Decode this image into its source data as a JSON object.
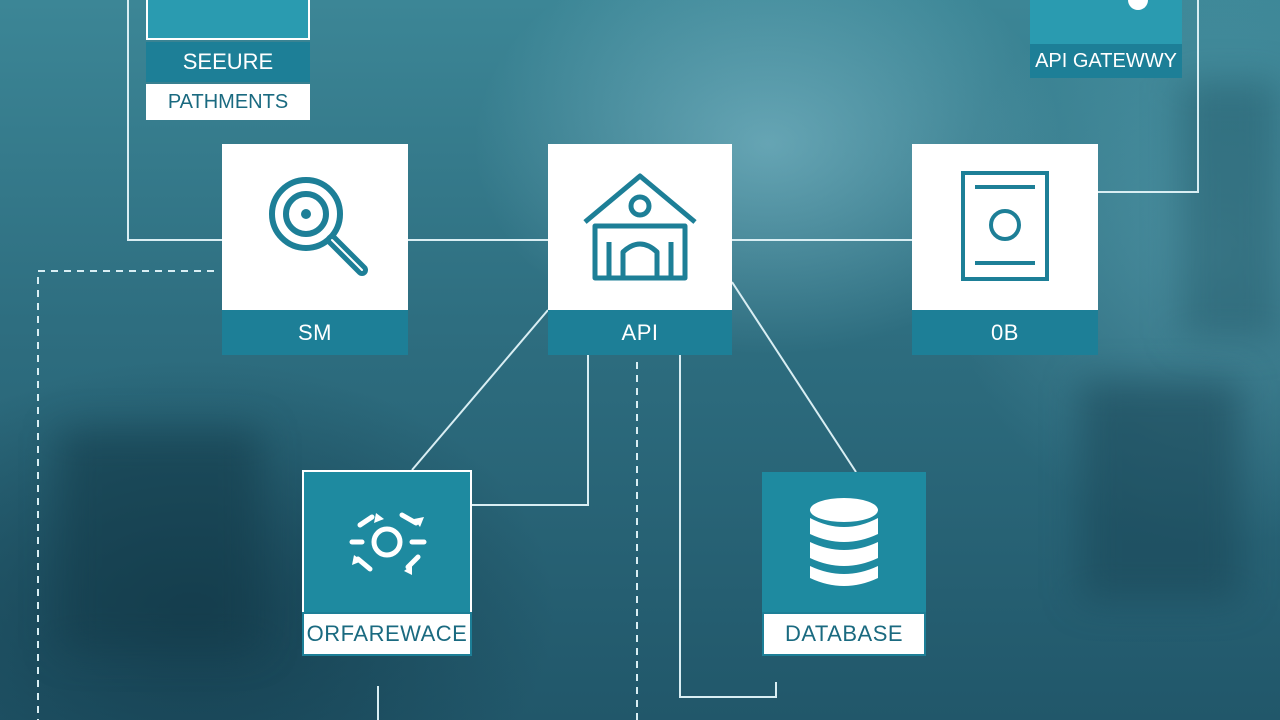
{
  "nodes": {
    "secure_payments": {
      "line1": "SEEURE",
      "line2": "PATHMENTS"
    },
    "api_gateway": {
      "label": "API GATEWWY"
    },
    "search_node": {
      "label": "SM",
      "icon": "magnifier-icon"
    },
    "api_node": {
      "label": "API",
      "icon": "building-icon"
    },
    "document_node": {
      "label": "0B",
      "icon": "document-icon"
    },
    "interface_node": {
      "label": "ORFAREWACE",
      "icon": "network-icon"
    },
    "database_node": {
      "label": "DATABASE",
      "icon": "database-icon"
    }
  },
  "colors": {
    "teal": "#1d7f97",
    "white": "#ffffff",
    "line": "#d9eef3"
  }
}
